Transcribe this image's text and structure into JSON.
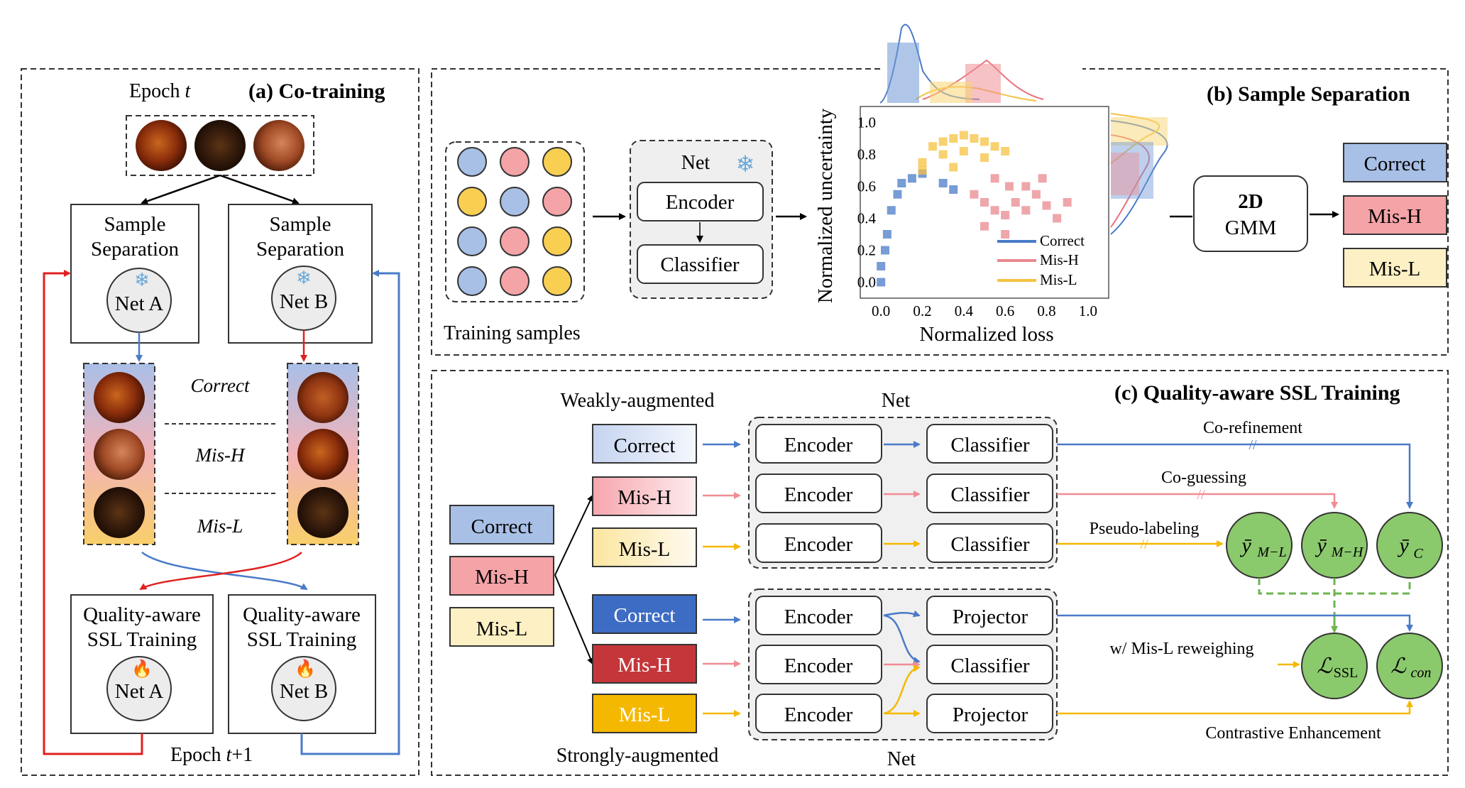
{
  "panel_a": {
    "title": "(a) Co-training",
    "epoch_t": "Epoch t",
    "epoch_t1": "Epoch t+1",
    "sample_separation_label": "Sample Separation",
    "sample_separation_line1": "Sample",
    "sample_separation_line2": "Separation",
    "net_a": "Net A",
    "net_b": "Net B",
    "ssl_line1": "Quality-aware",
    "ssl_line2": "SSL Training",
    "divider_labels": [
      "Correct",
      "Mis-H",
      "Mis-L"
    ],
    "frozen_icon": "snowflake-icon",
    "training_icon": "fire-icon"
  },
  "panel_b": {
    "title": "(b) Sample Separation",
    "training_samples": "Training samples",
    "net_label": "Net",
    "encoder": "Encoder",
    "classifier": "Classifier",
    "gmm_line1": "2D",
    "gmm_line2": "GMM",
    "outputs": [
      "Correct",
      "Mis-H",
      "Mis-L"
    ],
    "sample_grid_colors": [
      [
        "blue",
        "red",
        "yellow"
      ],
      [
        "yellow",
        "blue",
        "red"
      ],
      [
        "blue",
        "red",
        "yellow"
      ],
      [
        "blue",
        "red",
        "yellow"
      ]
    ]
  },
  "chart_data": {
    "type": "scatter",
    "xlabel": "Normalized loss",
    "ylabel": "Normalized uncertainty",
    "x_ticks": [
      "0.0",
      "0.2",
      "0.4",
      "0.6",
      "0.8",
      "1.0"
    ],
    "y_ticks": [
      "1.0",
      "0.8",
      "0.6",
      "0.4",
      "0.2",
      "0.0"
    ],
    "xlim": [
      -0.1,
      1.1
    ],
    "ylim": [
      -0.1,
      1.1
    ],
    "legend": [
      "Correct",
      "Mis-H",
      "Mis-L"
    ],
    "legend_position": "bottom-right",
    "series": [
      {
        "name": "Correct",
        "color": "#4a7bc8",
        "points": [
          [
            0.0,
            0.0
          ],
          [
            0.0,
            0.1
          ],
          [
            0.02,
            0.2
          ],
          [
            0.03,
            0.3
          ],
          [
            0.05,
            0.45
          ],
          [
            0.08,
            0.55
          ],
          [
            0.1,
            0.62
          ],
          [
            0.15,
            0.65
          ],
          [
            0.2,
            0.68
          ],
          [
            0.3,
            0.62
          ],
          [
            0.35,
            0.58
          ]
        ]
      },
      {
        "name": "Mis-H",
        "color": "#e8888f",
        "points": [
          [
            0.45,
            0.55
          ],
          [
            0.5,
            0.5
          ],
          [
            0.55,
            0.45
          ],
          [
            0.6,
            0.42
          ],
          [
            0.65,
            0.5
          ],
          [
            0.7,
            0.45
          ],
          [
            0.75,
            0.55
          ],
          [
            0.8,
            0.48
          ],
          [
            0.85,
            0.4
          ],
          [
            0.9,
            0.5
          ],
          [
            0.55,
            0.65
          ],
          [
            0.62,
            0.6
          ],
          [
            0.7,
            0.6
          ],
          [
            0.78,
            0.65
          ],
          [
            0.5,
            0.35
          ],
          [
            0.6,
            0.3
          ]
        ]
      },
      {
        "name": "Mis-L",
        "color": "#f5c242",
        "points": [
          [
            0.2,
            0.75
          ],
          [
            0.25,
            0.85
          ],
          [
            0.3,
            0.88
          ],
          [
            0.35,
            0.9
          ],
          [
            0.4,
            0.92
          ],
          [
            0.45,
            0.9
          ],
          [
            0.5,
            0.88
          ],
          [
            0.55,
            0.85
          ],
          [
            0.6,
            0.82
          ],
          [
            0.3,
            0.8
          ],
          [
            0.4,
            0.82
          ],
          [
            0.5,
            0.78
          ],
          [
            0.2,
            0.7
          ],
          [
            0.35,
            0.72
          ]
        ]
      }
    ]
  },
  "panel_c": {
    "title": "(c) Quality-aware SSL Training",
    "weak_label": "Weakly-augmented",
    "strong_label": "Strongly-augmented",
    "net_label": "Net",
    "inputs": [
      "Correct",
      "Mis-H",
      "Mis-L"
    ],
    "encoder": "Encoder",
    "classifier": "Classifier",
    "projector": "Projector",
    "co_refinement": "Co-refinement",
    "co_guessing": "Co-guessing",
    "pseudo_labeling": "Pseudo-labeling",
    "reweighing": "w/ Mis-L reweighing",
    "contrastive": "Contrastive Enhancement",
    "y_ml_base": "ȳ",
    "y_ml_sub": "M−L",
    "y_mh_base": "ȳ",
    "y_mh_sub": "M−H",
    "y_c_base": "ȳ",
    "y_c_sub": "C",
    "l_ssl_base": "ℒ",
    "l_ssl_sub": "SSL",
    "l_con_base": "ℒ",
    "l_con_sub": "con"
  },
  "colors": {
    "blue": "#4a7bc8",
    "red": "#e02020",
    "pink": "#f08c94",
    "yellow": "#f5b800",
    "green": "#7dc66b",
    "correct_fill": "#a9c0e6",
    "mish_fill": "#f4a3a7",
    "misl_fill": "#fdf0c4"
  }
}
